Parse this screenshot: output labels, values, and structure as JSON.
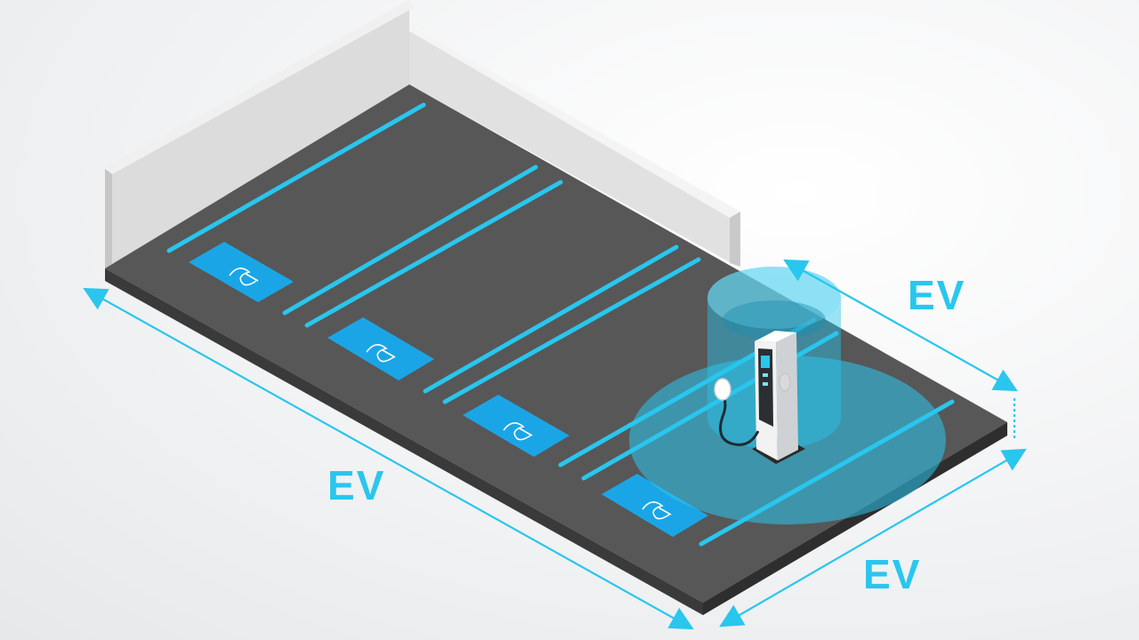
{
  "colors": {
    "accent": "#29C6EE",
    "floor": "#555555",
    "floor_edge": "#3b3b3b",
    "wall": "#d9d9d9",
    "wall_top": "#f2f2f2",
    "charger_body": "#f0f0f0",
    "charger_front": "#2b2f33"
  },
  "dimensions": {
    "length_label": "EV",
    "width_label": "EV",
    "depth_label": "EV"
  },
  "parking": {
    "space_count": 4,
    "marking_icon": "ev-charging-plug-icon"
  },
  "charger": {
    "icon": "ev-charger-station-icon",
    "coverage_zone": "cylinder"
  }
}
